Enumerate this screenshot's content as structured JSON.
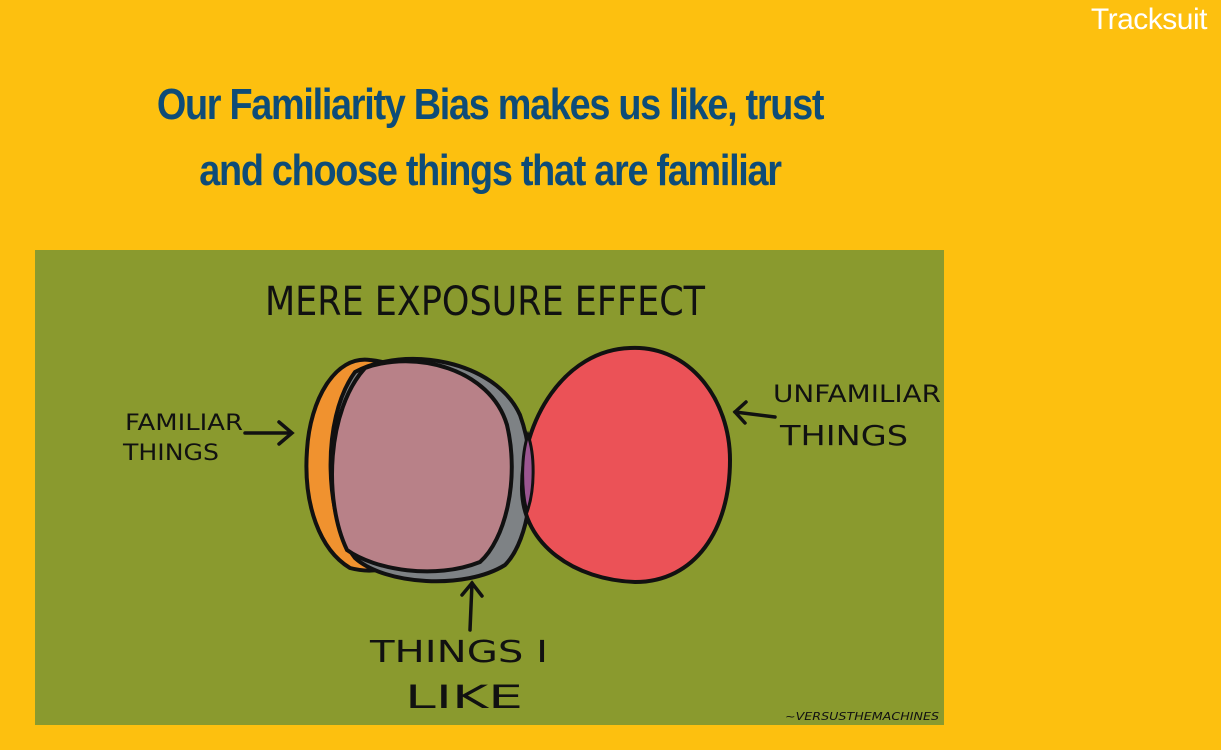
{
  "brand": "Tracksuit",
  "title": {
    "line1": "Our Familiarity Bias makes us like, trust",
    "line2": "and choose things that are familiar"
  },
  "illustration": {
    "heading": "MERE EXPOSURE EFFECT",
    "label_familiar_line1": "FAMILIAR",
    "label_familiar_line2": "THINGS",
    "label_unfamiliar_line1": "UNFAMILIAR",
    "label_unfamiliar_line2": "THINGS",
    "label_like_line1": "THINGS I",
    "label_like_line2": "LIKE",
    "credit": "~VERSUSTHEMACHINES",
    "colors": {
      "background": "#8A9A2E",
      "familiar": "#F0922F",
      "like": "#7E8285",
      "overlap": "#B88188",
      "unfamiliar": "#EB5257",
      "unfamiliar_like_overlap": "#9B5590"
    }
  }
}
